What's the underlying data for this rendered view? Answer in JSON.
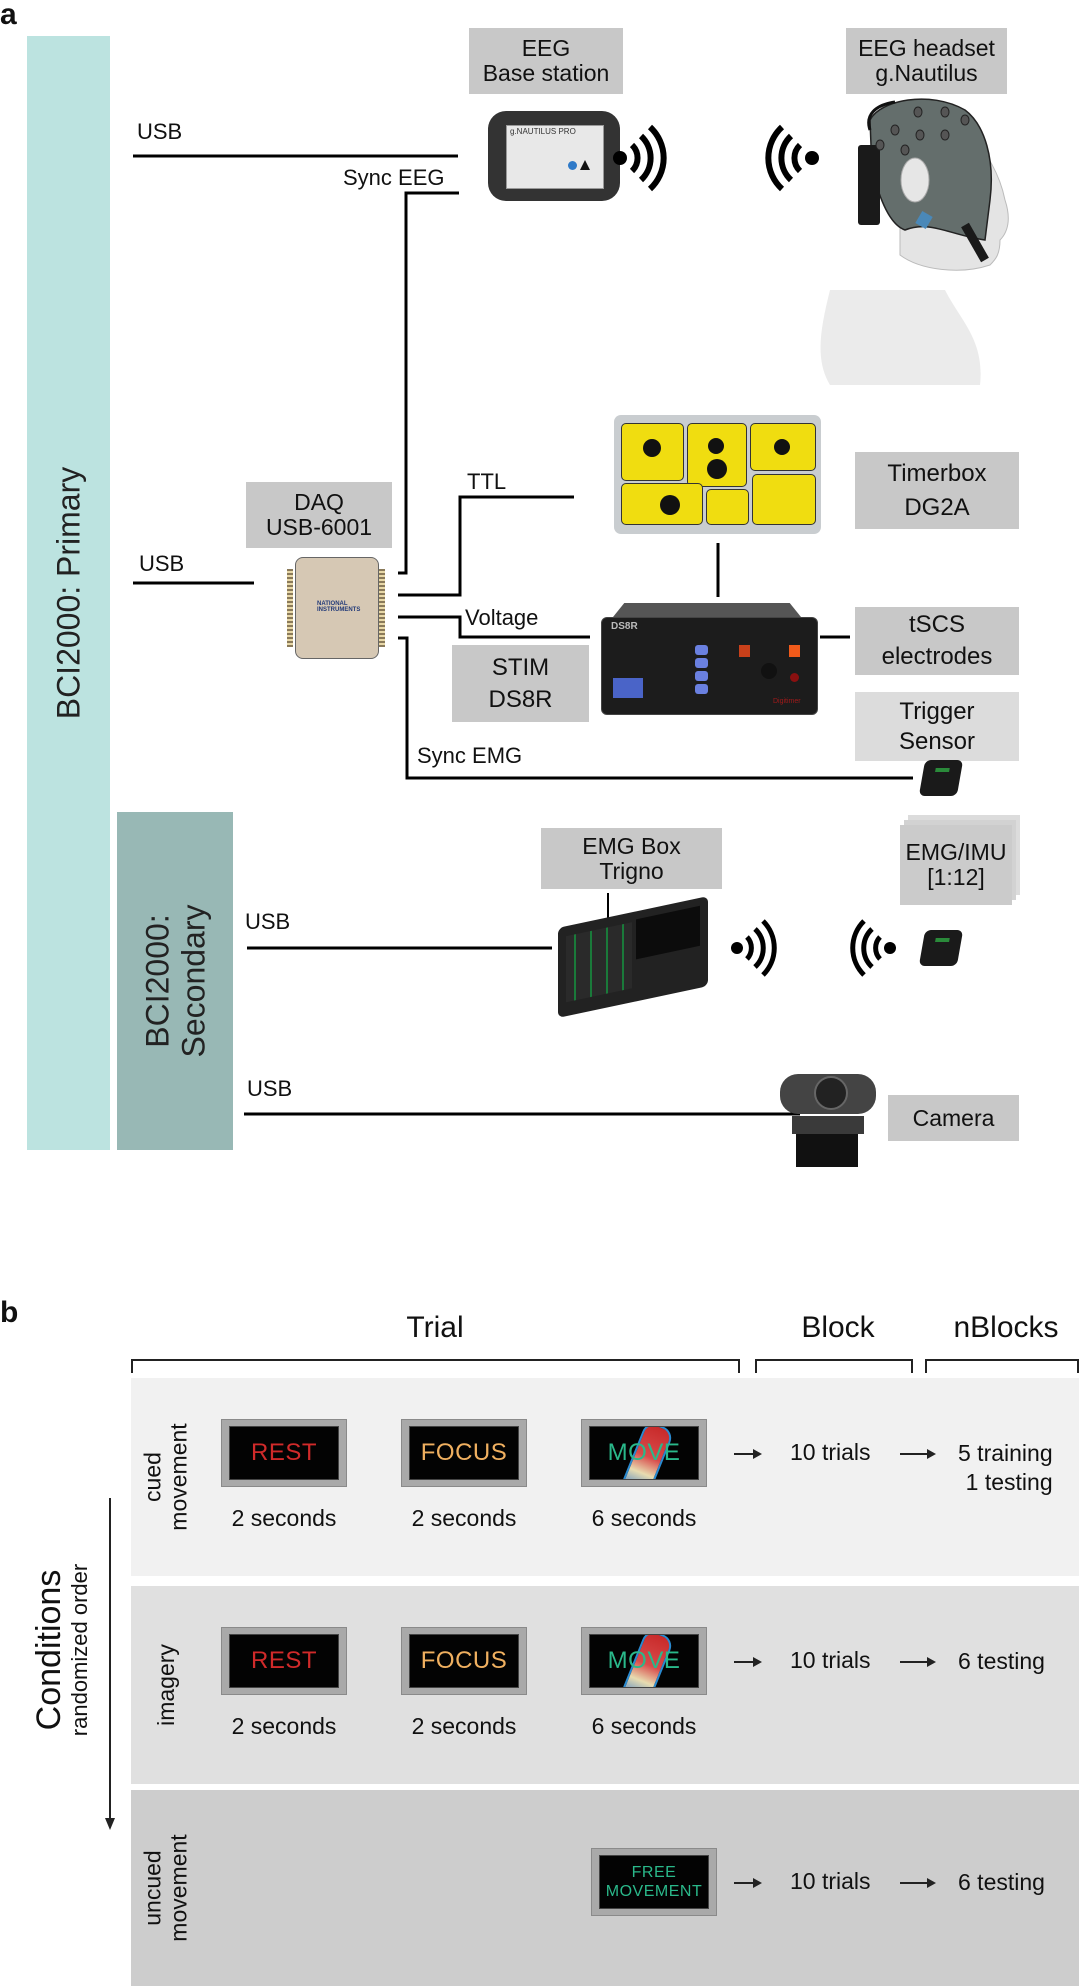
{
  "panel_a": {
    "letter": "a",
    "primary_label": "BCI2000: Primary",
    "secondary_label_line1": "BCI2000:",
    "secondary_label_line2": "Secondary",
    "devices": {
      "eeg_base": {
        "line1": "EEG",
        "line2": "Base station"
      },
      "eeg_headset": {
        "line1": "EEG headset",
        "line2": "g.Nautilus"
      },
      "daq": {
        "line1": "DAQ",
        "line2": "USB-6001"
      },
      "timerbox": {
        "line1": "Timerbox",
        "line2": "DG2A"
      },
      "tscs": {
        "line1": "tSCS",
        "line2": "electrodes"
      },
      "stim": {
        "line1": "STIM",
        "line2": "DS8R"
      },
      "trigger": {
        "line1": "Trigger",
        "line2": "Sensor"
      },
      "emg_box": {
        "line1": "EMG Box",
        "line2": "Trigno"
      },
      "emg_imu": {
        "line1": "EMG/IMU",
        "line2": "[1:12]"
      },
      "camera": {
        "line1": "Camera"
      }
    },
    "connections": {
      "usb_eeg": "USB",
      "sync_eeg": "Sync EEG",
      "usb_daq": "USB",
      "ttl": "TTL",
      "voltage": "Voltage",
      "sync_emg": "Sync EMG",
      "usb_emg": "USB",
      "usb_camera": "USB"
    },
    "device_texts": {
      "ni_logo": "NATIONAL INSTRUMENTS",
      "ds8r_brand": "DS8R",
      "digitimer": "Digitimer"
    }
  },
  "panel_b": {
    "letter": "b",
    "headers": {
      "trial": "Trial",
      "block": "Block",
      "nblocks": "nBlocks"
    },
    "axis": {
      "title": "Conditions",
      "subtitle": "randomized order"
    },
    "conditions": [
      {
        "label_line1": "cued",
        "label_line2": "movement",
        "cues": [
          {
            "text": "REST",
            "duration": "2 seconds",
            "color": "#d02a2a"
          },
          {
            "text": "FOCUS",
            "duration": "2 seconds",
            "color": "#f0b060"
          },
          {
            "text": "MOVE",
            "duration": "6 seconds",
            "color": "#2ab88a"
          }
        ],
        "block": "10 trials",
        "nblocks_line1": "5 training",
        "nblocks_line2": "1 testing",
        "bg": "#f1f1f1"
      },
      {
        "label_line1": "imagery",
        "label_line2": "",
        "cues": [
          {
            "text": "REST",
            "duration": "2 seconds",
            "color": "#d02a2a"
          },
          {
            "text": "FOCUS",
            "duration": "2 seconds",
            "color": "#f0b060"
          },
          {
            "text": "MOVE",
            "duration": "6 seconds",
            "color": "#2ab88a"
          }
        ],
        "block": "10 trials",
        "nblocks_line1": "6 testing",
        "nblocks_line2": "",
        "bg": "#e0e0e0"
      },
      {
        "label_line1": "uncued",
        "label_line2": "movement",
        "cues": [
          {
            "text": "FREE MOVEMENT",
            "line1": "FREE",
            "line2": "MOVEMENT",
            "duration": "",
            "color": "#2ab88a"
          }
        ],
        "block": "10 trials",
        "nblocks_line1": "6 testing",
        "nblocks_line2": "",
        "bg": "#cdcdcd"
      }
    ]
  },
  "colors": {
    "primary_bar": "#bce3e0",
    "secondary_bar": "#98b8b5",
    "label_box": "#c8c8c8",
    "label_box_light": "#dcdcdc",
    "timerbox_yellow": "#f0dd10",
    "daq_beige": "#d6c8b4",
    "headset_gray": "#646e6c",
    "ds8r_blue": "#4a64c8"
  }
}
